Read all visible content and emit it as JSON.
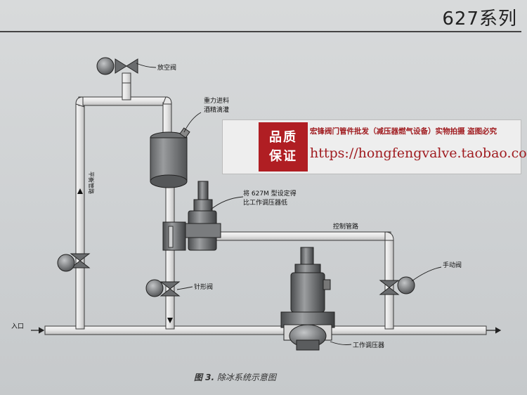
{
  "header": {
    "series_title": "627系列"
  },
  "labels": {
    "vent_valve": "放空阀",
    "gravity_feed_1": "重力进料",
    "gravity_feed_2": "酒精滴灌",
    "setting_note_1": "将 627M 型设定得",
    "setting_note_2": "比工作调压器低",
    "balance_line": "平衡管路",
    "control_line": "控制管路",
    "needle_valve": "针形阀",
    "manual_valve": "手动阀",
    "inlet": "入口",
    "working_regulator": "工作调压器"
  },
  "caption": {
    "fig": "图 3.",
    "text": "除冰系统示意图"
  },
  "watermark": {
    "badge_line1": "品质",
    "badge_line2": "保证",
    "headline": "宏锋阀门管件批发（减压器燃气设备）实物拍摄 盗图必究",
    "url": "https://hongfengvalve.taobao.com"
  },
  "colors": {
    "pipe": "#ececec",
    "pipe_outline": "#3a3a3a",
    "tank": "#7d7f81",
    "watermark_red": "#b01e23"
  }
}
